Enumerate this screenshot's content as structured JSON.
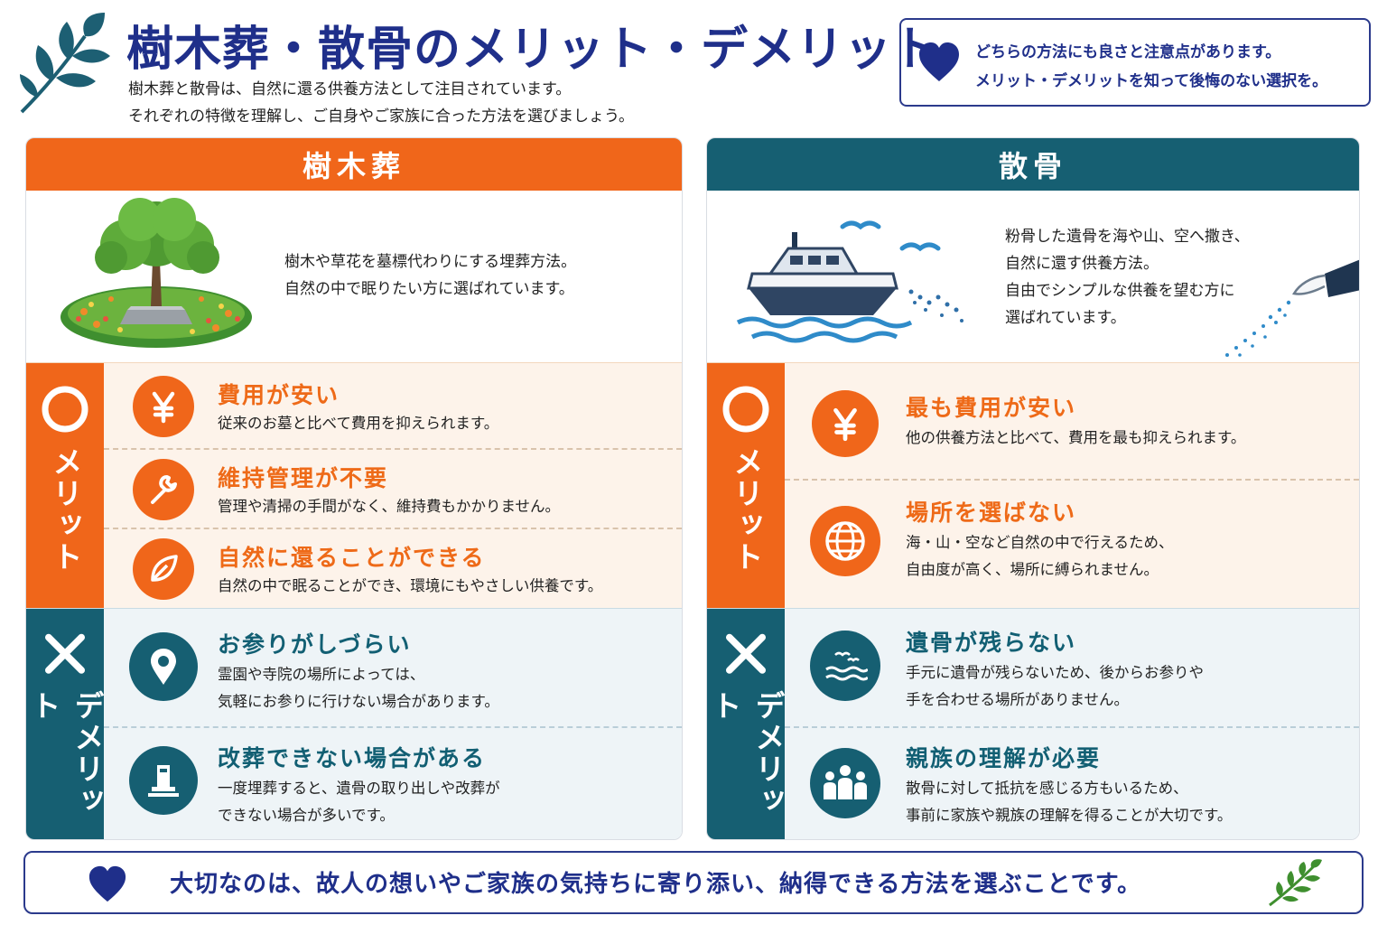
{
  "header": {
    "title": "樹木葬・散骨のメリット・デメリット",
    "intro_line1": "樹木葬と散骨は、自然に還る供養方法として注目されています。",
    "intro_line2": "それぞれの特徴を理解し、ご自身やご家族に合った方法を選びましょう。",
    "note_line1": "どちらの方法にも良さと注意点があります。",
    "note_line2": "メリット・デメリットを知って後悔のない選択を。"
  },
  "colors": {
    "orange": "#f0661a",
    "teal": "#165f72",
    "navy": "#1f2f8a"
  },
  "jumoku": {
    "heading": "樹木葬",
    "intro_line1": "樹木や草花を墓標代わりにする埋葬方法。",
    "intro_line2": "自然の中で眠りたい方に選ばれています。",
    "merit_label": "メリット",
    "demerit_label": "デメリット",
    "merits": [
      {
        "icon": "yen-icon",
        "title": "費用が安い",
        "desc1": "従来のお墓と比べて費用を抑えられます。"
      },
      {
        "icon": "wrench-icon",
        "title": "維持管理が不要",
        "desc1": "管理や清掃の手間がなく、維持費もかかりません。"
      },
      {
        "icon": "leaf-icon",
        "title": "自然に還ることができる",
        "desc1": "自然の中で眠ることができ、環境にもやさしい供養です。"
      }
    ],
    "demerits": [
      {
        "icon": "location-pin-icon",
        "title": "お参りがしづらい",
        "desc1": "霊園や寺院の場所によっては、",
        "desc2": "気軽にお参りに行けない場合があります。"
      },
      {
        "icon": "gravestone-icon",
        "title": "改葬できない場合がある",
        "desc1": "一度埋葬すると、遺骨の取り出しや改葬が",
        "desc2": "できない場合が多いです。"
      }
    ]
  },
  "sankotsu": {
    "heading": "散骨",
    "intro_line1": "粉骨した遺骨を海や山、空へ撒き、",
    "intro_line2": "自然に還す供養方法。",
    "intro_line3": "自由でシンプルな供養を望む方に",
    "intro_line4": "選ばれています。",
    "merit_label": "メリット",
    "demerit_label": "デメリット",
    "merits": [
      {
        "icon": "yen-icon",
        "title": "最も費用が安い",
        "desc1": "他の供養方法と比べて、費用を最も抑えられます。"
      },
      {
        "icon": "globe-icon",
        "title": "場所を選ばない",
        "desc1": "海・山・空など自然の中で行えるため、",
        "desc2": "自由度が高く、場所に縛られません。"
      }
    ],
    "demerits": [
      {
        "icon": "sea-birds-icon",
        "title": "遺骨が残らない",
        "desc1": "手元に遺骨が残らないため、後からお参りや",
        "desc2": "手を合わせる場所がありません。"
      },
      {
        "icon": "family-icon",
        "title": "親族の理解が必要",
        "desc1": "散骨に対して抵抗を感じる方もいるため、",
        "desc2": "事前に家族や親族の理解を得ることが大切です。"
      }
    ]
  },
  "footer": {
    "text": "大切なのは、故人の想いやご家族の気持ちに寄り添い、納得できる方法を選ぶことです。"
  }
}
